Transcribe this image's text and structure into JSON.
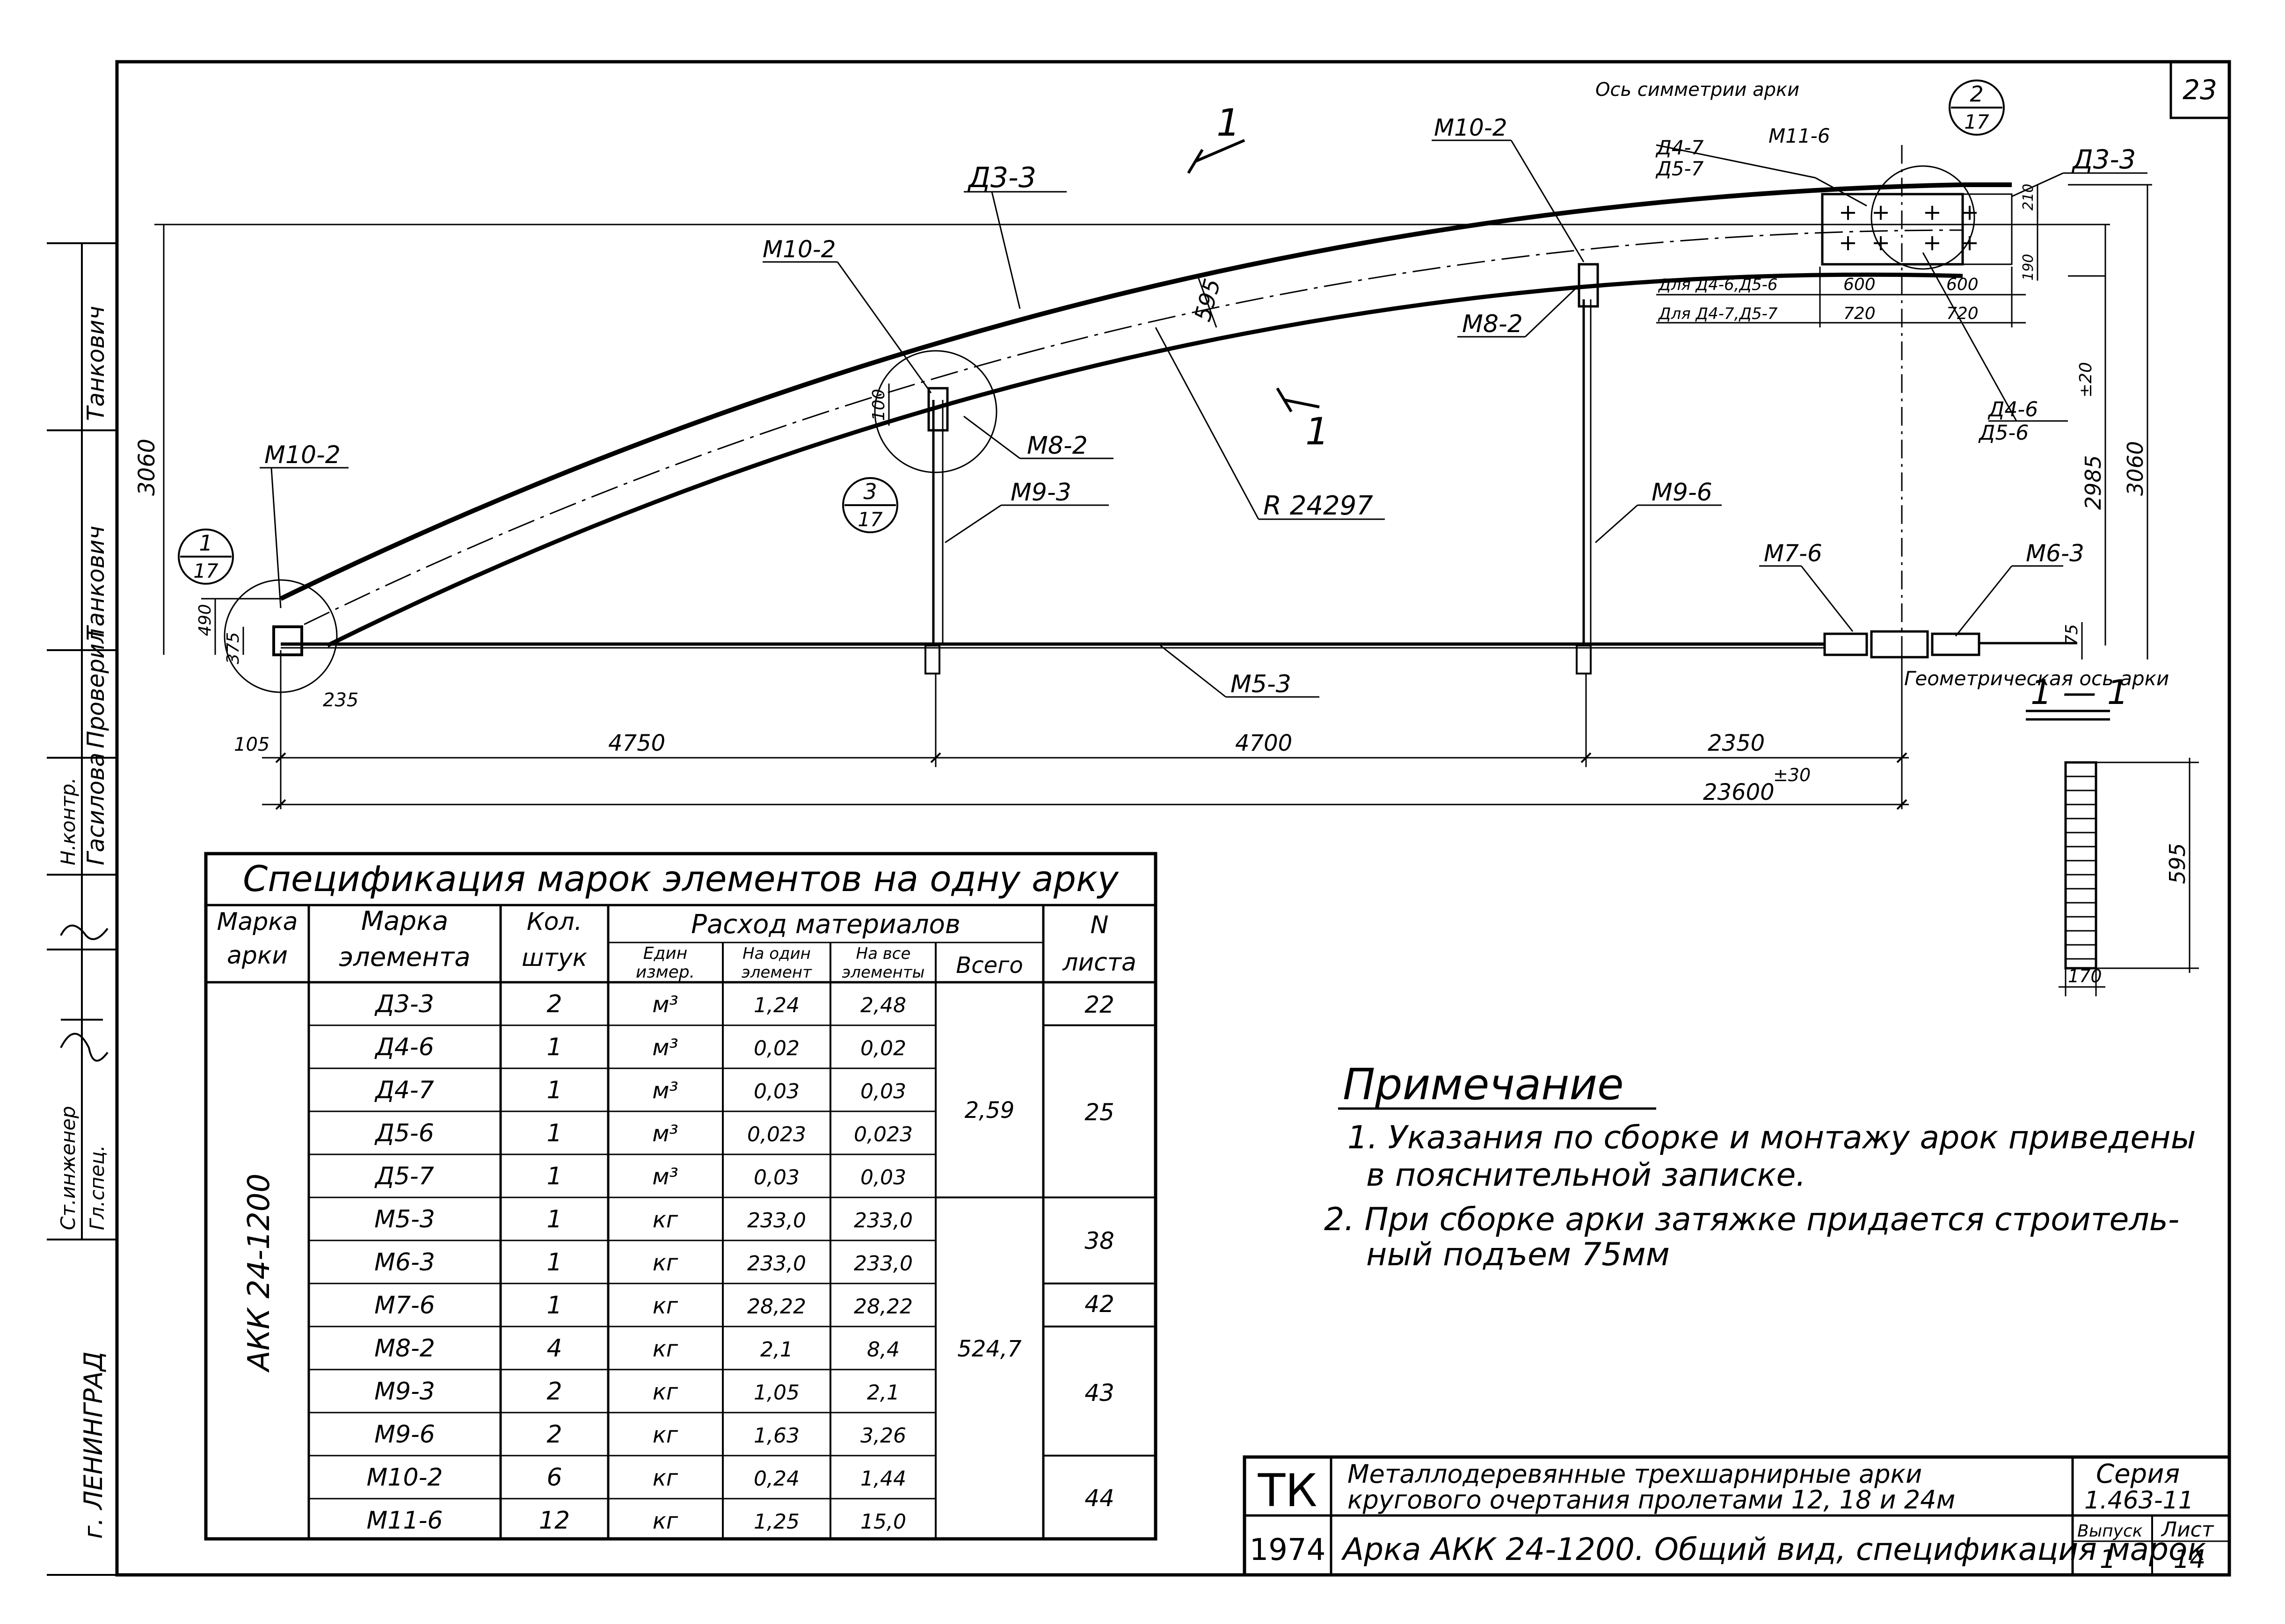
{
  "sheet_number": "23",
  "side_stamp": {
    "city": "г. ЛЕНИНГРАД",
    "roles": [
      "Ст.инженер",
      "Гл.спец.",
      "Н.контр.",
      "Проверил"
    ],
    "names": [
      "Гасилова",
      "Танкович",
      "Танкович"
    ],
    "dim_3060": "3060"
  },
  "drawing": {
    "section_mark_top": "1",
    "section_mark_bottom": "1",
    "labels": {
      "d3_3_top": "Д3-3",
      "m10_2_left": "М10-2",
      "m10_2_mid": "М10-2",
      "m10_2_right": "М10-2",
      "m8_2_mid": "М8-2",
      "m8_2_right": "М8-2",
      "m9_3": "М9-3",
      "m9_6": "М9-6",
      "m5_3": "М5-3",
      "m7_6": "М7-6",
      "m6_3": "М6-3",
      "radius": "R 24297",
      "d4_7": "Д4-7",
      "d5_7": "Д5-7",
      "m11_6": "М11-6",
      "d3_3_right": "Д3-3",
      "d4_6": "Д4-6",
      "d5_6": "Д5-6",
      "symmetry_axis": "Ось симметрии арки",
      "geom_axis": "Геометрическая ось арки",
      "for_d4_6": "Для Д4-6,Д5-6",
      "for_d4_7": "Для Д4-7,Д5-7"
    },
    "callouts": [
      {
        "num": "1",
        "sheet": "17"
      },
      {
        "num": "3",
        "sheet": "17"
      },
      {
        "num": "2",
        "sheet": "17"
      }
    ],
    "dims": {
      "d595": "595",
      "d100": "100",
      "d490": "490",
      "d375": "375",
      "d235": "235",
      "d105": "105",
      "d4750": "4750",
      "d4700": "4700",
      "d2350": "2350",
      "d23600": "23600",
      "d23600_tol": "±30",
      "d2985": "2985",
      "d2985_tol": "±20",
      "d3060": "3060",
      "d75": "75",
      "d210": "210",
      "d190": "190",
      "d600a": "600",
      "d600b": "600",
      "d720a": "720",
      "d720b": "720"
    },
    "section": {
      "title": "1 — 1",
      "height": "595",
      "width": "170"
    }
  },
  "spec_table": {
    "title": "Спецификация марок элементов на одну арку",
    "headers": {
      "arch_mark": [
        "Марка",
        "арки"
      ],
      "element_mark": [
        "Марка",
        "элемента"
      ],
      "qty": [
        "Кол.",
        "штук"
      ],
      "consumption": "Расход материалов",
      "unit": [
        "Един",
        "измер."
      ],
      "per_one": [
        "На один",
        "элемент"
      ],
      "per_all": [
        "На все",
        "элементы"
      ],
      "total": "Всего",
      "sheet": [
        "N",
        "листа"
      ]
    },
    "arch_mark_value": "АКК 24-1200",
    "rows": [
      {
        "el": "Д3-3",
        "qty": "2",
        "unit": "м³",
        "one": "1,24",
        "all": "2,48"
      },
      {
        "el": "Д4-6",
        "qty": "1",
        "unit": "м³",
        "one": "0,02",
        "all": "0,02"
      },
      {
        "el": "Д4-7",
        "qty": "1",
        "unit": "м³",
        "one": "0,03",
        "all": "0,03"
      },
      {
        "el": "Д5-6",
        "qty": "1",
        "unit": "м³",
        "one": "0,023",
        "all": "0,023"
      },
      {
        "el": "Д5-7",
        "qty": "1",
        "unit": "м³",
        "one": "0,03",
        "all": "0,03"
      },
      {
        "el": "М5-3",
        "qty": "1",
        "unit": "кг",
        "one": "233,0",
        "all": "233,0"
      },
      {
        "el": "М6-3",
        "qty": "1",
        "unit": "кг",
        "one": "233,0",
        "all": "233,0"
      },
      {
        "el": "М7-6",
        "qty": "1",
        "unit": "кг",
        "one": "28,22",
        "all": "28,22"
      },
      {
        "el": "М8-2",
        "qty": "4",
        "unit": "кг",
        "one": "2,1",
        "all": "8,4"
      },
      {
        "el": "М9-3",
        "qty": "2",
        "unit": "кг",
        "one": "1,05",
        "all": "2,1"
      },
      {
        "el": "М9-6",
        "qty": "2",
        "unit": "кг",
        "one": "1,63",
        "all": "3,26"
      },
      {
        "el": "М10-2",
        "qty": "6",
        "unit": "кг",
        "one": "0,24",
        "all": "1,44"
      },
      {
        "el": "М11-6",
        "qty": "12",
        "unit": "кг",
        "one": "1,25",
        "all": "15,0"
      }
    ],
    "totals": [
      {
        "value": "2,59"
      },
      {
        "value": "524,7"
      }
    ],
    "sheet_refs": [
      "22",
      "25",
      "38",
      "42",
      "43",
      "44"
    ]
  },
  "note": {
    "title": "Примечание",
    "lines": [
      "1. Указания по сборке и монтажу арок приведены",
      "в пояснительной записке.",
      "2. При сборке арки затяжке придается строитель-",
      "ный подъем 75мм"
    ]
  },
  "title_block": {
    "org": "ТК",
    "year": "1974",
    "name_line1": "Металлодеревянные трехшарнирные арки",
    "name_line2": "кругового очертания пролетами 12, 18 и 24м",
    "sheet_title": "Арка АКК 24-1200. Общий вид, спецификация марок",
    "series_label": "Серия",
    "series_value": "1.463-11",
    "issue_label": "Выпуск",
    "issue_value": "1",
    "sheet_label": "Лист",
    "sheet_value": "14"
  }
}
